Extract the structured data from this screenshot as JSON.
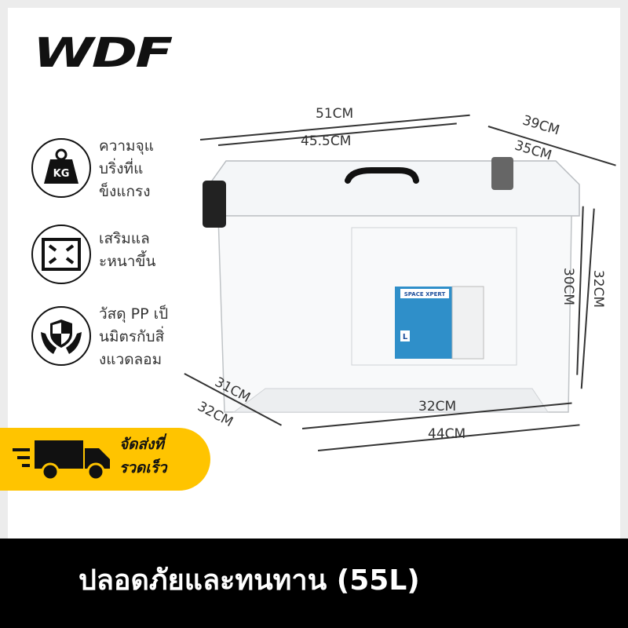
{
  "brand": {
    "logo": "WDF"
  },
  "features": [
    {
      "icon": "kg-weight-icon",
      "icon_text": "KG",
      "lines": [
        "ความจุแ",
        "บริ่งที่แ",
        "ข็งแกรง"
      ]
    },
    {
      "icon": "expand-arrows-icon",
      "lines": [
        "เสริมแล",
        "ะหนาขึ้น"
      ]
    },
    {
      "icon": "hands-shield-icon",
      "lines": [
        "วัสดุ PP เป็",
        "นมิตรกับสิ่",
        "งแวดลอม"
      ]
    }
  ],
  "dimensions": {
    "outer_length": "51CM",
    "inner_length": "45.5CM",
    "outer_width": "39CM",
    "inner_width": "35CM",
    "outer_height": "32CM",
    "inner_height": "30CM",
    "bottom_depth_inner": "31CM",
    "bottom_depth_outer": "32CM",
    "bottom_length_inner": "32CM",
    "bottom_length_outer": "44CM"
  },
  "product_label": {
    "brand": "SPACE XPERT",
    "size": "L"
  },
  "delivery_banner": {
    "icon": "delivery-truck-icon",
    "lines": [
      "จัดส่งที่",
      "รวดเร็ว"
    ],
    "color": "#ffc400"
  },
  "footer": {
    "title": "ปลอดภัยและทนทาน (55L)"
  }
}
